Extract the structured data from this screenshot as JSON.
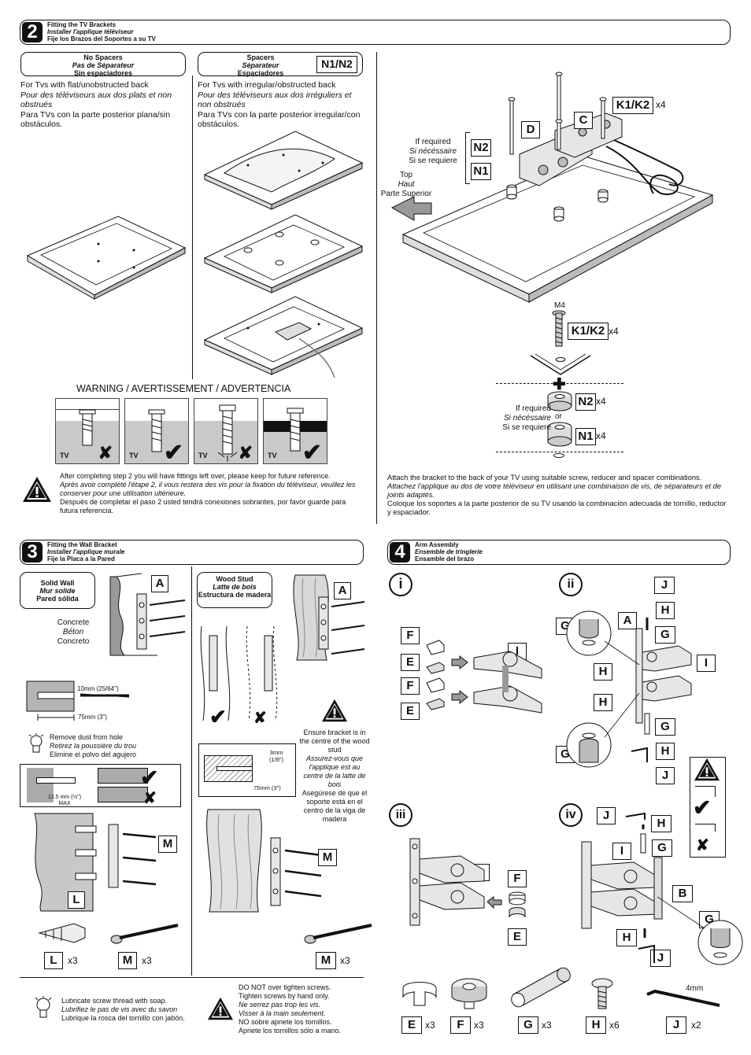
{
  "step2": {
    "number": "2",
    "title_en": "Fitting the TV Brackets",
    "title_fr": "Installer l'applique téléviseur",
    "title_es": "Fije los Brazos del Soportes a su TV",
    "no_spacers": {
      "en": "No Spacers",
      "fr": "Pas de Séparateur",
      "es": "Sin espaciadores"
    },
    "spacers": {
      "en": "Spacers",
      "fr": "Séparateur",
      "es": "Espaciadores",
      "tag": "N1/N2"
    },
    "flat_back": {
      "en": "For Tvs with flat/unobstructed back",
      "fr": "Pour des téléviseurs aux dos plats et non obstrués",
      "es": "Para TVs con la parte posterior plana/sin obstáculos."
    },
    "irregular_back": {
      "en": "For Tvs with irregular/obstructed back",
      "fr": "Pour des téléviseurs aux dos irréguliers et non obstrués",
      "es": "Para TVs con la parte posterior irregular/con obstáculos."
    },
    "warning_title": "WARNING / AVERTISSEMENT / ADVERTENCIA",
    "warning_cells": [
      "TV",
      "TV",
      "TV",
      "TV"
    ],
    "leftover": {
      "en": "After completing step 2 you will have fittings left over, please keep for future reference.",
      "fr": "Après avoir complété l'étape 2, il vous restera des vis pour la fixation du téléviseur, veuillez les conserver pour une utilisation ultérieure.",
      "es": "Después de completar el paso 2 usted tendrá conexiones sobrantes, por favor  guarde para futura referencia."
    },
    "diagram": {
      "tag_K": "K1/K2",
      "qty_K": "x4",
      "tag_C": "C",
      "tag_D": "D",
      "tag_N2": "N2",
      "tag_N1": "N1",
      "if_required": {
        "en": "If required",
        "fr": "Si nécéssaire",
        "es": "Si se requiere"
      },
      "top": {
        "en": "Top",
        "fr": "Haut",
        "es": "Parte Superior"
      }
    },
    "detail": {
      "screw_label": "M4",
      "tag_K": "K1/K2",
      "qty_K": "x4",
      "tag_N2": "N2",
      "qty_N2": "x4",
      "or": "or",
      "tag_N1": "N1",
      "qty_N1": "x4",
      "if_required": {
        "en": "If required",
        "fr": "Si nécéssaire",
        "es": "Si se requiere"
      }
    },
    "attach": {
      "en": "Attach the bracket to the back of your TV using suitable screw, reducer and spacer combinations.",
      "fr": "Attachez l'applique au dos de votre téléviseur en utilisant une combinaison de vis, de séparateurs et de joints adaptés.",
      "es": "Coloque los soportes a la parte posterior de su TV usando la combinación adecuada de  tornillo, reductor y espaciador."
    }
  },
  "step3": {
    "number": "3",
    "title_en": "Fitting the Wall Bracket",
    "title_fr": "Installer l'applique murale",
    "title_es": "Fije la Placa a la Pared",
    "solid_wall": {
      "en": "Solid Wall",
      "fr": "Mur solide",
      "es": "Pared sólida"
    },
    "wood_stud": {
      "en": "Wood Stud",
      "fr": "Latte de bois",
      "es": "Estructura de madera"
    },
    "concrete": {
      "en": "Concrete",
      "fr": "Béton",
      "es": "Concreto"
    },
    "drill_depth_solid": "10mm (25/64\")",
    "drill_len_solid": "75mm (3\")",
    "dust": {
      "en": "Remove dust from hole",
      "fr": "Retirez la poussière du trou",
      "es": "Elimine el polvo del agujero"
    },
    "plug_max": "12.5 mm (½\") MAX",
    "stud_depth": "3mm (1/8\")",
    "stud_len": "75mm (3\")",
    "ensure_centre": {
      "en": "Ensure bracket is in the centre of the wood stud",
      "fr": "Assurez-vous que l'applique est au centre de la latte de bois",
      "es": "Asegúrese de que el soporte está en el centro de la viga de madera"
    },
    "tag_A": "A",
    "tag_M": "M",
    "tag_L": "L",
    "parts": [
      {
        "tag": "L",
        "qty": "x3"
      },
      {
        "tag": "M",
        "qty": "x3"
      },
      {
        "tag": "M",
        "qty": "x3"
      }
    ],
    "lubricate": {
      "en": "Lubricate screw thread with soap.",
      "fr": "Lubrifiez le pas de vis avec du savon",
      "es": "Lubrique la rosca del  tornillo con jabón."
    },
    "overtighten": {
      "en1": "DO NOT over tighten screws.",
      "en2": "Tighten screws by hand only.",
      "fr1": "Ne serrez pas trop les vis.",
      "fr2": "Visser à la main seulement.",
      "es1": "NO sobre apriete los tornillos.",
      "es2": "Apriete los tornillos sólo a mano."
    }
  },
  "step4": {
    "number": "4",
    "title_en": "Arm Assembly",
    "title_fr": "Ensemble de tringlerie",
    "title_es": "Ensamble del brazo",
    "sub": [
      "i",
      "ii",
      "iii",
      "iv"
    ],
    "labels": {
      "F": "F",
      "E": "E",
      "I": "I",
      "J": "J",
      "H": "H",
      "G": "G",
      "A": "A",
      "B": "B"
    },
    "parts": [
      {
        "tag": "E",
        "qty": "x3"
      },
      {
        "tag": "F",
        "qty": "x3"
      },
      {
        "tag": "G",
        "qty": "x3"
      },
      {
        "tag": "H",
        "qty": "x6"
      },
      {
        "tag": "J",
        "qty": "x2"
      }
    ],
    "allen_size": "4mm"
  }
}
